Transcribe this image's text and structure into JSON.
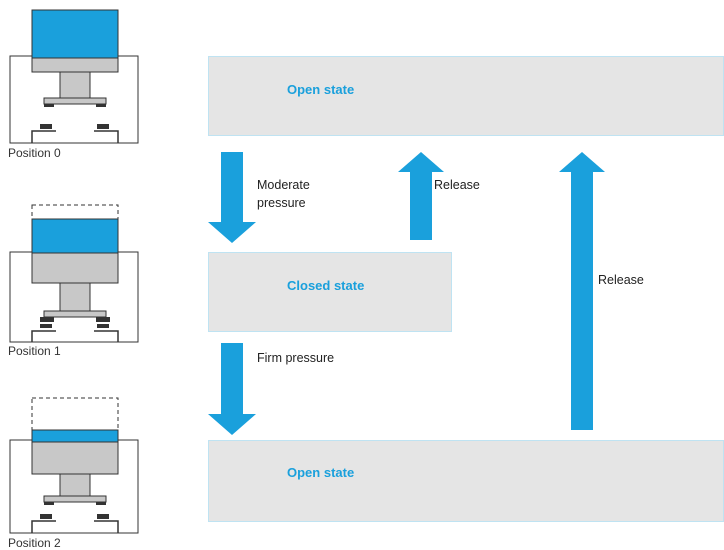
{
  "positions": [
    {
      "label": "Position 0"
    },
    {
      "label": "Position 1"
    },
    {
      "label": "Position 2"
    }
  ],
  "states": {
    "open_top": "Open state",
    "closed": "Closed state",
    "open_bottom": "Open state"
  },
  "transitions": {
    "moderate_pressure": "Moderate\npressure",
    "release_closed_to_open": "Release",
    "firm_pressure": "Firm pressure",
    "release_open_to_open": "Release"
  },
  "colors": {
    "accent": "#1aa0dc",
    "box_fill": "#e5e5e5",
    "device_body": "#c8c8c8"
  }
}
